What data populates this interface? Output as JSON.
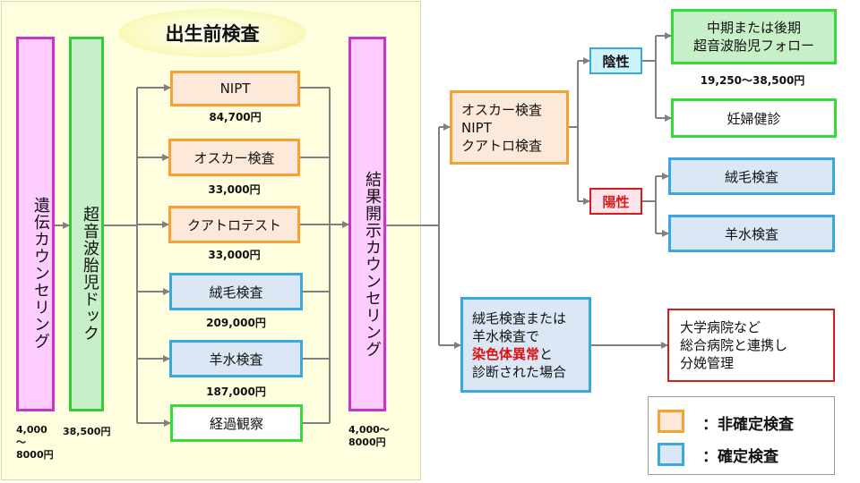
{
  "title": "出生前検査",
  "left": {
    "counseling": "遺伝カウンセリング",
    "counseling_price": "4,000～\n8000円",
    "dock": "超音波胎児ドック",
    "dock_price": "38,500円"
  },
  "tests": [
    {
      "label": "NIPT",
      "price": "84,700円",
      "kind": "non-definitive"
    },
    {
      "label": "オスカー検査",
      "price": "33,000円",
      "kind": "non-definitive"
    },
    {
      "label": "クアトロテスト",
      "price": "33,000円",
      "kind": "non-definitive"
    },
    {
      "label": "絨毛検査",
      "price": "209,000円",
      "kind": "definitive"
    },
    {
      "label": "羊水検査",
      "price": "187,000円",
      "kind": "definitive"
    },
    {
      "label": "経過観察",
      "price": "",
      "kind": "observation"
    }
  ],
  "result": {
    "counseling": "結果開示カウンセリング",
    "price": "4,000～\n8000円"
  },
  "screening_group": {
    "lines": [
      "オスカー検査",
      "NIPT",
      "クアトロ検査"
    ]
  },
  "negative": {
    "label": "陰性",
    "followup": [
      "中期または後期",
      "超音波胎児フォロー"
    ],
    "followup_price": "19,250～38,500円",
    "checkup": "妊婦健診"
  },
  "positive": {
    "label": "陽性",
    "options": [
      "絨毛検査",
      "羊水検査"
    ]
  },
  "abnormal": {
    "line1": "絨毛検査または",
    "line2": "羊水検査で",
    "line3_em": "染色体異常",
    "line3_rest": "と",
    "line4": "診断された場合"
  },
  "hospital": {
    "lines": [
      "大学病院など",
      "総合病院と連携し",
      "分娩管理"
    ]
  },
  "legend": {
    "non_definitive": "：非確定検査",
    "definitive": "：確定検査",
    "colors": {
      "non_definitive": "#f7a033",
      "definitive": "#39a8df"
    }
  }
}
